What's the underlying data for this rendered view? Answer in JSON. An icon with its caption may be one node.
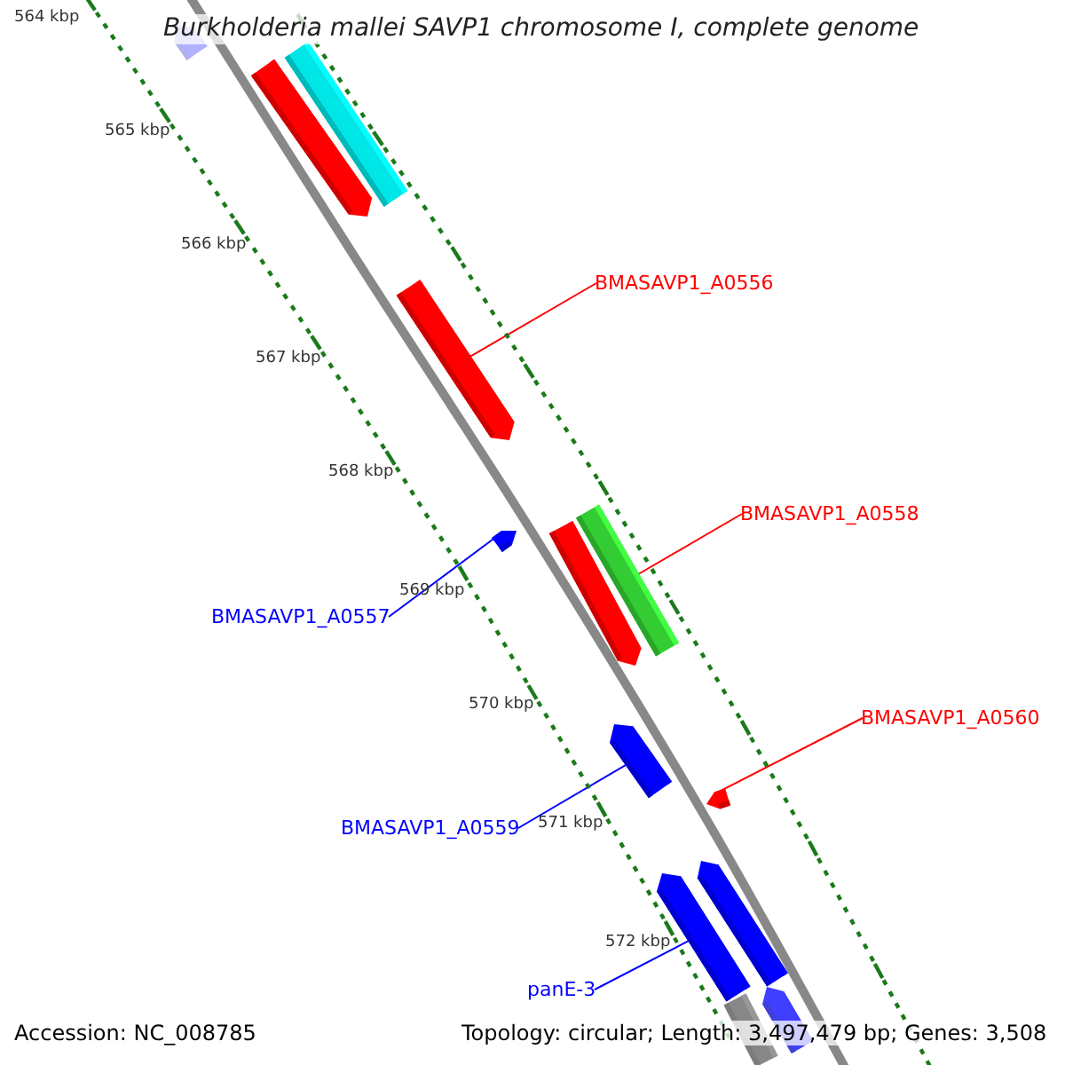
{
  "diagram": {
    "title": "Burkholderia mallei SAVP1 chromosome I, complete genome",
    "nodes": [
      {
        "text": [],
        "shape": "bar"
      },
      {
        "text": [],
        "shape": "bar"
      },
      {
        "text": [],
        "shape": "bar"
      },
      {
        "text": [
          "BMASAVP1_A0556"
        ]
      },
      {
        "text": [],
        "shape": "bar"
      },
      {
        "text": [
          "BMASAVP1_A0557"
        ]
      },
      {
        "text": [],
        "shape": "bar"
      },
      {
        "text": [
          "BMASAVP1_A0558"
        ]
      },
      {
        "text": [],
        "shape": "bar"
      },
      {
        "text": [],
        "shape": "bar"
      },
      {
        "text": [
          "BMASAVP1_A0559"
        ]
      },
      {
        "text": [],
        "shape": "bar"
      },
      {
        "text": [
          "BMASAVP1_A0560"
        ]
      },
      {
        "text": [],
        "shape": "bar"
      },
      {
        "text": [
          "panE-3"
        ]
      },
      {
        "text": [],
        "shape": "bar"
      },
      {
        "text": [],
        "shape": "bar"
      },
      {
        "text": [],
        "shape": "bar"
      },
      {
        "text": [],
        "shape": "bar"
      }
    ],
    "edges": [
      {
        "from": 3,
        "to": 4,
        "arrow": "none",
        "color": "#ff0000"
      },
      {
        "from": 5,
        "to": 6,
        "arrow": "none",
        "color": "#0000ff"
      },
      {
        "from": 7,
        "to": 9,
        "arrow": "none",
        "color": "#ff0000"
      },
      {
        "from": 10,
        "to": 11,
        "arrow": "none",
        "color": "#0000ff"
      },
      {
        "from": 12,
        "to": 13,
        "arrow": "none",
        "color": "#ff0000"
      },
      {
        "from": 14,
        "to": 15,
        "arrow": "none",
        "color": "#0000ff"
      }
    ],
    "labels": [
      "564 kbp",
      "565 kbp",
      "566 kbp",
      "567 kbp",
      "568 kbp",
      "569 kbp",
      "570 kbp",
      "571 kbp",
      "572 kbp",
      "Accession: NC_008785",
      "Topology: circular; Length: 3,497,479 bp; Genes: 3,508"
    ]
  }
}
